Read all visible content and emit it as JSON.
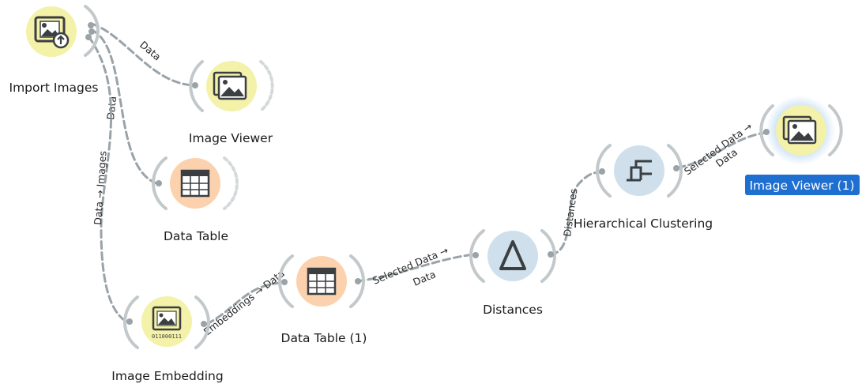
{
  "nodes": {
    "import_images": {
      "label": "Import Images",
      "color": "#f4f1a8"
    },
    "image_viewer": {
      "label": "Image Viewer",
      "color": "#f4f1a8"
    },
    "data_table": {
      "label": "Data Table",
      "color": "#fbd2ad"
    },
    "image_embedding": {
      "label": "Image Embedding",
      "color": "#f4f1a8",
      "icon_caption": "011000111"
    },
    "data_table_1": {
      "label": "Data Table (1)",
      "color": "#fbd2ad"
    },
    "distances": {
      "label": "Distances",
      "color": "#cfe0ec"
    },
    "hier_clustering": {
      "label": "Hierarchical Clustering",
      "color": "#cfe0ec"
    },
    "image_viewer_1": {
      "label": "Image Viewer (1)",
      "color": "#f4f1a8",
      "selected": true
    }
  },
  "links": {
    "l1": {
      "label": "Data"
    },
    "l2": {
      "label": "Data"
    },
    "l3": {
      "label": "Data → Images"
    },
    "l4": {
      "label": "Embeddings → Data"
    },
    "l5": {
      "line1": "Selected Data →",
      "line2": "Data"
    },
    "l6": {
      "label": "Distances"
    },
    "l7": {
      "line1": "Selected Data →",
      "line2": "Data"
    }
  },
  "colors": {
    "link": "#9aa3a8",
    "selection": "#1f6fd1",
    "yellow_node": "#f4f1a8",
    "orange_node": "#fbd2ad",
    "blue_node": "#cfe0ec"
  }
}
